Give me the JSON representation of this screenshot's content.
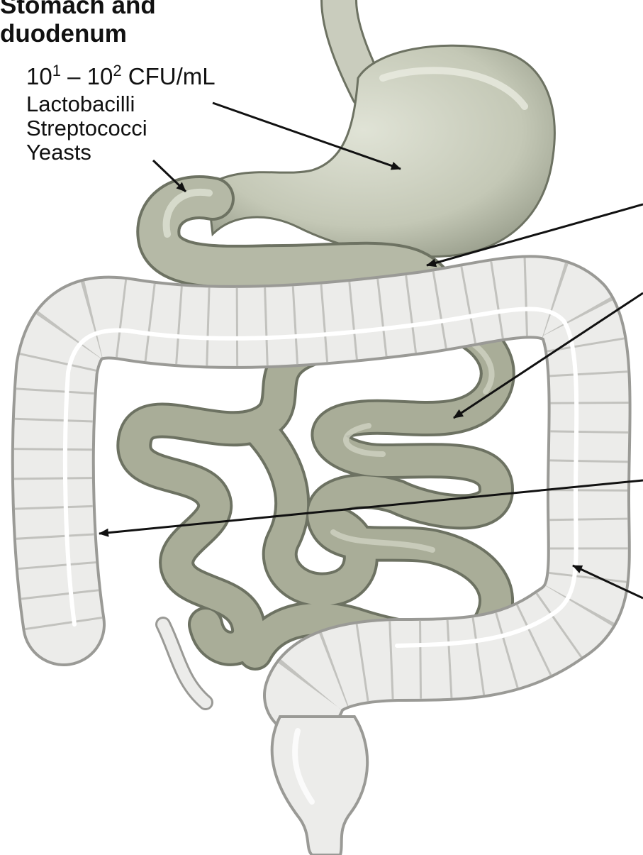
{
  "region": {
    "title_line1": "Stomach and",
    "title_line2": "duodenum",
    "count_base1": "10",
    "count_exp1": "1",
    "count_sep": " – ",
    "count_base2": "10",
    "count_exp2": "2",
    "count_unit": " CFU/mL",
    "organisms": [
      "Lactobacilli",
      "Streptococci",
      "Yeasts"
    ]
  },
  "colors": {
    "small_intestine": "#a9ad98",
    "small_intestine_outline": "#6d7262",
    "stomach": "#c4c8b6",
    "colon": "#ececea",
    "colon_outline": "#9a9a96",
    "arrow": "#111111"
  }
}
